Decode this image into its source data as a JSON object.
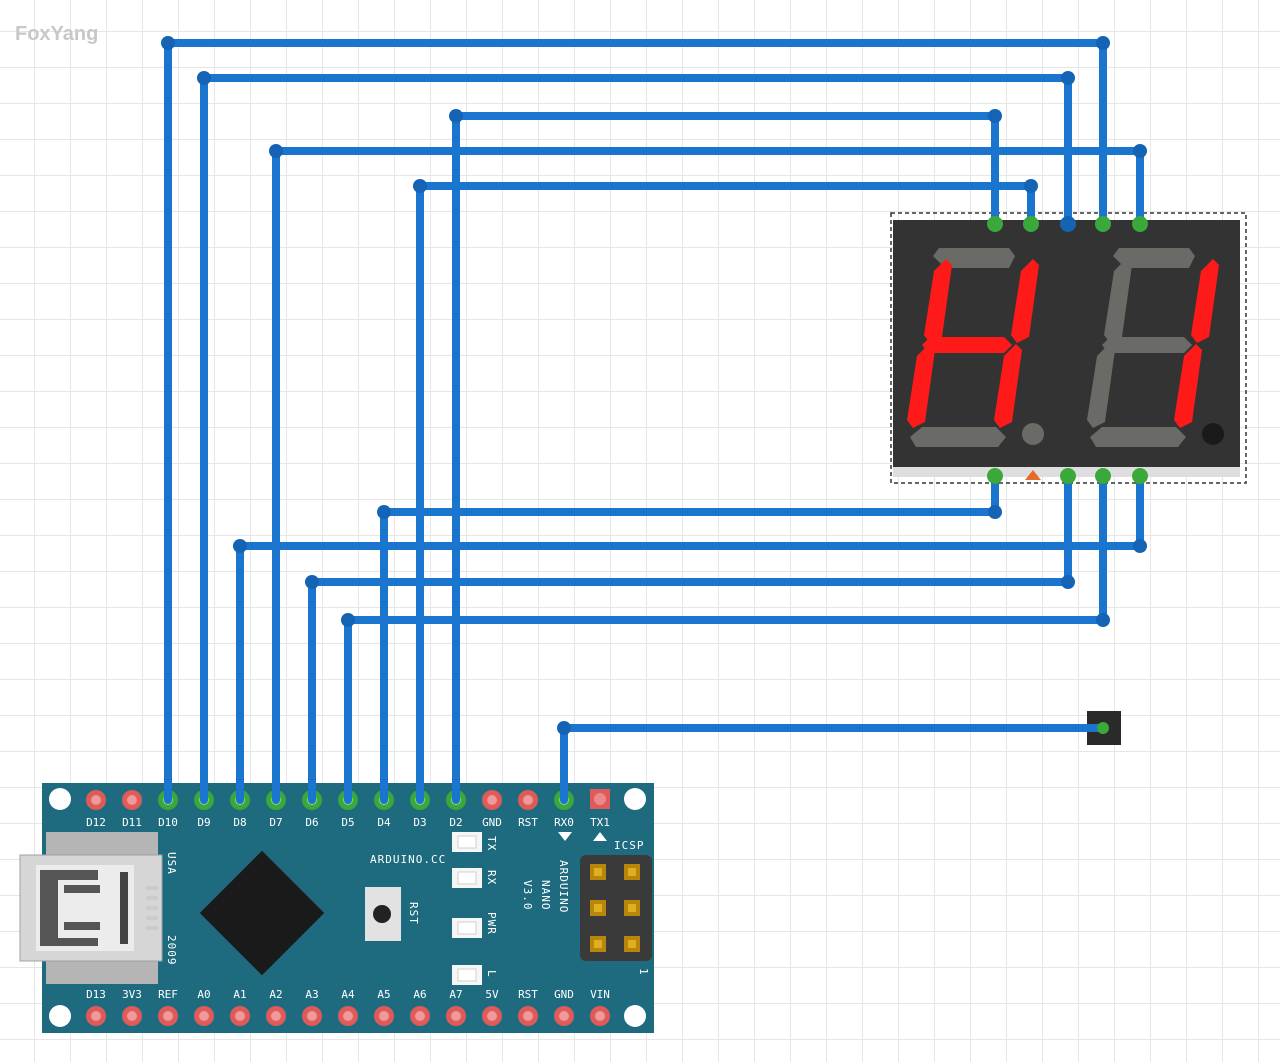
{
  "watermark": "FoxYang",
  "board": {
    "brand": "ARDUINO.CC",
    "model_line1": "ARDUINO",
    "model_line2": "NANO",
    "model_line3": "V3.0",
    "usa": "USA",
    "year": "2009",
    "icsp": "ICSP",
    "icsp_pin1": "1",
    "rst_button": "RST",
    "leds": [
      "TX",
      "RX",
      "PWR",
      "L"
    ],
    "top_pins": [
      "D12",
      "D11",
      "D10",
      "D9",
      "D8",
      "D7",
      "D6",
      "D5",
      "D4",
      "D3",
      "D2",
      "GND",
      "RST",
      "RX0",
      "TX1"
    ],
    "bottom_pins": [
      "D13",
      "3V3",
      "REF",
      "A0",
      "A1",
      "A2",
      "A3",
      "A4",
      "A5",
      "A6",
      "A7",
      "5V",
      "RST",
      "GND",
      "VIN"
    ]
  },
  "display": {
    "digits": 2,
    "lit_segments": [
      [
        "b",
        "c",
        "e",
        "f",
        "g"
      ],
      [
        "b",
        "c"
      ]
    ],
    "lit_color": "#ff1a1a",
    "unlit_color": "#6a6a66",
    "body_color": "#333333"
  },
  "colors": {
    "wire": "#1a75cf",
    "board": "#1e6b80",
    "connected_pin": "#3aa83a",
    "free_pin": "#e05a5a"
  }
}
